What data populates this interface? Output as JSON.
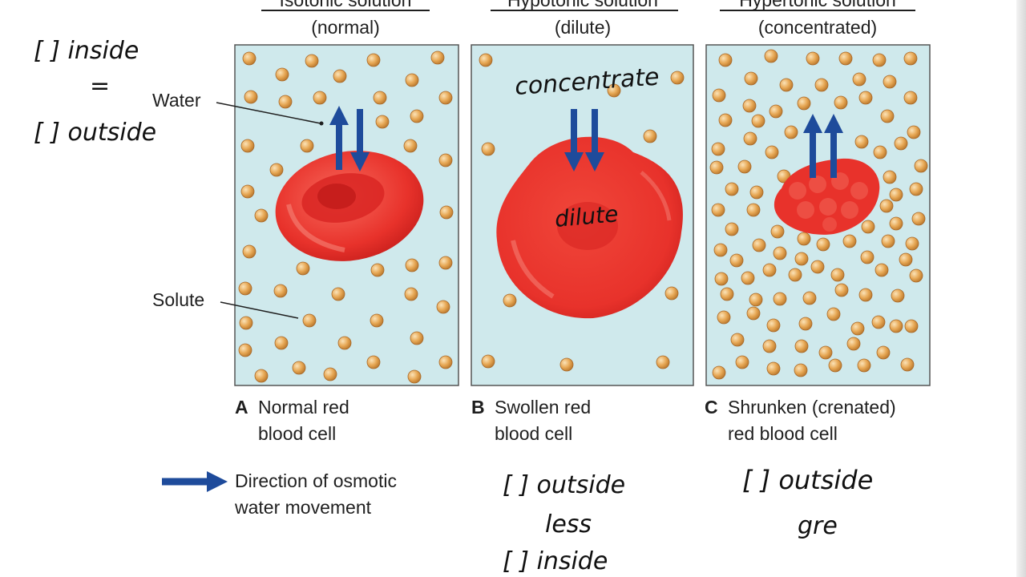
{
  "panels": [
    {
      "title": "Isotonic solution",
      "subtitle": "(normal)",
      "letter": "A",
      "caption_line1": "Normal red",
      "caption_line2": "blood cell"
    },
    {
      "title": "Hypotonic solution",
      "subtitle": "(dilute)",
      "letter": "B",
      "caption_line1": "Swollen red",
      "caption_line2": "blood cell"
    },
    {
      "title": "Hypertonic solution",
      "subtitle": "(concentrated)",
      "letter": "C",
      "caption_line1": "Shrunken (crenated)",
      "caption_line2": "red blood cell"
    }
  ],
  "labels": {
    "water": "Water",
    "solute": "Solute"
  },
  "legend": {
    "line1": "Direction of osmotic",
    "line2": "water movement"
  },
  "handwriting": {
    "inside": "[ ] inside",
    "equals": "=",
    "outside": "[ ] outside",
    "concentrate": "concentrate",
    "dilute": "dilute",
    "b_outside": "[ ] outside",
    "b_less": "less",
    "b_inside": "[ ] inside",
    "c_outside": "[ ] outside",
    "c_gre": "gre"
  },
  "colors": {
    "solution_bg": "#cfe9ec",
    "cell_red": "#e8322b",
    "arrow_blue": "#1e4b9b",
    "solute_orange": "#e7a855"
  }
}
